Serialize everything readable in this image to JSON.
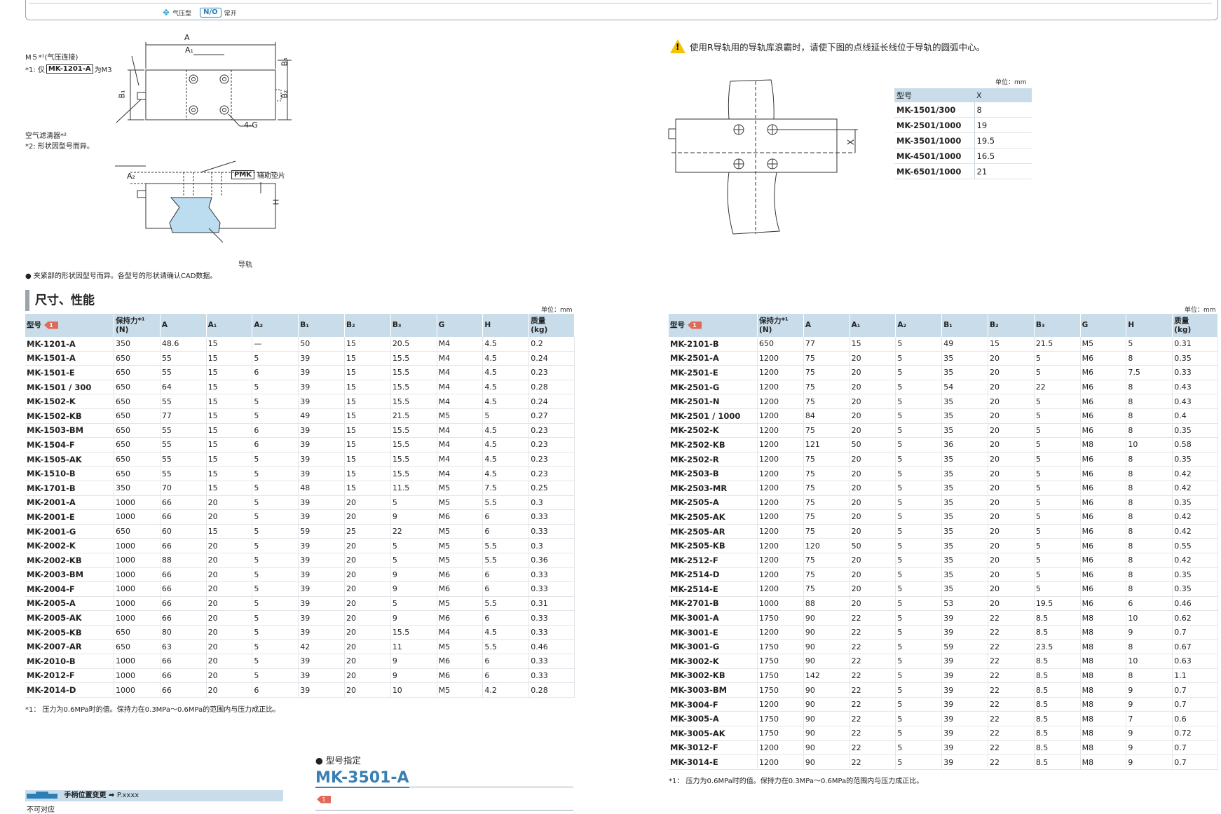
{
  "header": {
    "air_type": "气压型",
    "no_label": "N/O",
    "normally_open": "常开"
  },
  "drawing": {
    "m5_label": "M５*¹(气压连接)",
    "note1_prefix": "*1: 仅",
    "note1_model": "MK-1201-A",
    "note1_suffix": "为M3",
    "filter_label": "空气滤清器*²",
    "note2": "*2: 形状因型号而异。",
    "dim_A": "A",
    "dim_A1": "A₁",
    "dim_B1": "B₁",
    "dim_B2": "B₂",
    "dim_B3": "B₃",
    "dim_4G": "4-G",
    "dim_A2": "A₂",
    "dim_H": "H",
    "pmk_label": "PMK",
    "pad_label": "辅助垫片",
    "rail_label": "导轨",
    "clamp_note": "● 夹紧部的形状因型号而异。各型号的形状请确认CAD数据。"
  },
  "r_rail": {
    "note": "使用R导轨用的导轨库浪霸时，请使下图的点线延长线位于导轨的圆弧中心。",
    "x_label": "X",
    "unit": "单位：mm",
    "headers": [
      "型号",
      "X"
    ],
    "rows": [
      [
        "MK-1501/300",
        "8"
      ],
      [
        "MK-2501/1000",
        "19"
      ],
      [
        "MK-3501/1000",
        "19.5"
      ],
      [
        "MK-4501/1000",
        "16.5"
      ],
      [
        "MK-6501/1000",
        "21"
      ]
    ]
  },
  "section": {
    "title": "尺寸、性能",
    "unit": "单位：mm"
  },
  "spec_headers": [
    "型号",
    "保持力*¹\n(N)",
    "A",
    "A₁",
    "A₂",
    "B₁",
    "B₂",
    "B₃",
    "G",
    "H",
    "质量\n(kg)"
  ],
  "spec_tag": "1",
  "table_left": [
    [
      "MK-1201-A",
      "350",
      "48.6",
      "15",
      "—",
      "50",
      "15",
      "20.5",
      "M4",
      "4.5",
      "0.2"
    ],
    [
      "MK-1501-A",
      "650",
      "55",
      "15",
      "5",
      "39",
      "15",
      "15.5",
      "M4",
      "4.5",
      "0.24"
    ],
    [
      "MK-1501-E",
      "650",
      "55",
      "15",
      "6",
      "39",
      "15",
      "15.5",
      "M4",
      "4.5",
      "0.23"
    ],
    [
      "MK-1501 / 300",
      "650",
      "64",
      "15",
      "5",
      "39",
      "15",
      "15.5",
      "M4",
      "4.5",
      "0.28"
    ],
    [
      "MK-1502-K",
      "650",
      "55",
      "15",
      "5",
      "39",
      "15",
      "15.5",
      "M4",
      "4.5",
      "0.24"
    ],
    [
      "MK-1502-KB",
      "650",
      "77",
      "15",
      "5",
      "49",
      "15",
      "21.5",
      "M5",
      "5",
      "0.27"
    ],
    [
      "MK-1503-BM",
      "650",
      "55",
      "15",
      "6",
      "39",
      "15",
      "15.5",
      "M4",
      "4.5",
      "0.23"
    ],
    [
      "MK-1504-F",
      "650",
      "55",
      "15",
      "6",
      "39",
      "15",
      "15.5",
      "M4",
      "4.5",
      "0.23"
    ],
    [
      "MK-1505-AK",
      "650",
      "55",
      "15",
      "5",
      "39",
      "15",
      "15.5",
      "M4",
      "4.5",
      "0.23"
    ],
    [
      "MK-1510-B",
      "650",
      "55",
      "15",
      "5",
      "39",
      "15",
      "15.5",
      "M4",
      "4.5",
      "0.23"
    ],
    [
      "MK-1701-B",
      "350",
      "70",
      "15",
      "5",
      "48",
      "15",
      "11.5",
      "M5",
      "7.5",
      "0.25"
    ],
    [
      "MK-2001-A",
      "1000",
      "66",
      "20",
      "5",
      "39",
      "20",
      "5",
      "M5",
      "5.5",
      "0.3"
    ],
    [
      "MK-2001-E",
      "1000",
      "66",
      "20",
      "5",
      "39",
      "20",
      "9",
      "M6",
      "6",
      "0.33"
    ],
    [
      "MK-2001-G",
      "650",
      "60",
      "15",
      "5",
      "59",
      "25",
      "22",
      "M5",
      "6",
      "0.33"
    ],
    [
      "MK-2002-K",
      "1000",
      "66",
      "20",
      "5",
      "39",
      "20",
      "5",
      "M5",
      "5.5",
      "0.3"
    ],
    [
      "MK-2002-KB",
      "1000",
      "88",
      "20",
      "5",
      "39",
      "20",
      "5",
      "M5",
      "5.5",
      "0.36"
    ],
    [
      "MK-2003-BM",
      "1000",
      "66",
      "20",
      "5",
      "39",
      "20",
      "9",
      "M6",
      "6",
      "0.33"
    ],
    [
      "MK-2004-F",
      "1000",
      "66",
      "20",
      "5",
      "39",
      "20",
      "9",
      "M6",
      "6",
      "0.33"
    ],
    [
      "MK-2005-A",
      "1000",
      "66",
      "20",
      "5",
      "39",
      "20",
      "5",
      "M5",
      "5.5",
      "0.31"
    ],
    [
      "MK-2005-AK",
      "1000",
      "66",
      "20",
      "5",
      "39",
      "20",
      "9",
      "M6",
      "6",
      "0.33"
    ],
    [
      "MK-2005-KB",
      "650",
      "80",
      "20",
      "5",
      "39",
      "20",
      "15.5",
      "M4",
      "4.5",
      "0.33"
    ],
    [
      "MK-2007-AR",
      "650",
      "63",
      "20",
      "5",
      "42",
      "20",
      "11",
      "M5",
      "5.5",
      "0.46"
    ],
    [
      "MK-2010-B",
      "1000",
      "66",
      "20",
      "5",
      "39",
      "20",
      "9",
      "M6",
      "6",
      "0.33"
    ],
    [
      "MK-2012-F",
      "1000",
      "66",
      "20",
      "5",
      "39",
      "20",
      "9",
      "M6",
      "6",
      "0.33"
    ],
    [
      "MK-2014-D",
      "1000",
      "66",
      "20",
      "6",
      "39",
      "20",
      "10",
      "M5",
      "4.2",
      "0.28"
    ]
  ],
  "table_right": [
    [
      "MK-2101-B",
      "650",
      "77",
      "15",
      "5",
      "49",
      "15",
      "21.5",
      "M5",
      "5",
      "0.31"
    ],
    [
      "MK-2501-A",
      "1200",
      "75",
      "20",
      "5",
      "35",
      "20",
      "5",
      "M6",
      "8",
      "0.35"
    ],
    [
      "MK-2501-E",
      "1200",
      "75",
      "20",
      "5",
      "35",
      "20",
      "5",
      "M6",
      "7.5",
      "0.33"
    ],
    [
      "MK-2501-G",
      "1200",
      "75",
      "20",
      "5",
      "54",
      "20",
      "22",
      "M6",
      "8",
      "0.43"
    ],
    [
      "MK-2501-N",
      "1200",
      "75",
      "20",
      "5",
      "35",
      "20",
      "5",
      "M6",
      "8",
      "0.43"
    ],
    [
      "MK-2501 / 1000",
      "1200",
      "84",
      "20",
      "5",
      "35",
      "20",
      "5",
      "M6",
      "8",
      "0.4"
    ],
    [
      "MK-2502-K",
      "1200",
      "75",
      "20",
      "5",
      "35",
      "20",
      "5",
      "M6",
      "8",
      "0.35"
    ],
    [
      "MK-2502-KB",
      "1200",
      "121",
      "50",
      "5",
      "36",
      "20",
      "5",
      "M8",
      "10",
      "0.58"
    ],
    [
      "MK-2502-R",
      "1200",
      "75",
      "20",
      "5",
      "35",
      "20",
      "5",
      "M6",
      "8",
      "0.35"
    ],
    [
      "MK-2503-B",
      "1200",
      "75",
      "20",
      "5",
      "35",
      "20",
      "5",
      "M6",
      "8",
      "0.42"
    ],
    [
      "MK-2503-MR",
      "1200",
      "75",
      "20",
      "5",
      "35",
      "20",
      "5",
      "M6",
      "8",
      "0.42"
    ],
    [
      "MK-2505-A",
      "1200",
      "75",
      "20",
      "5",
      "35",
      "20",
      "5",
      "M6",
      "8",
      "0.35"
    ],
    [
      "MK-2505-AK",
      "1200",
      "75",
      "20",
      "5",
      "35",
      "20",
      "5",
      "M6",
      "8",
      "0.42"
    ],
    [
      "MK-2505-AR",
      "1200",
      "75",
      "20",
      "5",
      "35",
      "20",
      "5",
      "M6",
      "8",
      "0.42"
    ],
    [
      "MK-2505-KB",
      "1200",
      "120",
      "50",
      "5",
      "35",
      "20",
      "5",
      "M6",
      "8",
      "0.55"
    ],
    [
      "MK-2512-F",
      "1200",
      "75",
      "20",
      "5",
      "35",
      "20",
      "5",
      "M6",
      "8",
      "0.42"
    ],
    [
      "MK-2514-D",
      "1200",
      "75",
      "20",
      "5",
      "35",
      "20",
      "5",
      "M6",
      "8",
      "0.35"
    ],
    [
      "MK-2514-E",
      "1200",
      "75",
      "20",
      "5",
      "35",
      "20",
      "5",
      "M6",
      "8",
      "0.35"
    ],
    [
      "MK-2701-B",
      "1000",
      "88",
      "20",
      "5",
      "53",
      "20",
      "19.5",
      "M6",
      "6",
      "0.46"
    ],
    [
      "MK-3001-A",
      "1750",
      "90",
      "22",
      "5",
      "39",
      "22",
      "8.5",
      "M8",
      "10",
      "0.62"
    ],
    [
      "MK-3001-E",
      "1200",
      "90",
      "22",
      "5",
      "39",
      "22",
      "8.5",
      "M8",
      "9",
      "0.7"
    ],
    [
      "MK-3001-G",
      "1750",
      "90",
      "22",
      "5",
      "59",
      "22",
      "23.5",
      "M8",
      "8",
      "0.67"
    ],
    [
      "MK-3002-K",
      "1750",
      "90",
      "22",
      "5",
      "39",
      "22",
      "8.5",
      "M8",
      "10",
      "0.63"
    ],
    [
      "MK-3002-KB",
      "1750",
      "142",
      "22",
      "5",
      "39",
      "22",
      "8.5",
      "M8",
      "8",
      "1.1"
    ],
    [
      "MK-3003-BM",
      "1750",
      "90",
      "22",
      "5",
      "39",
      "22",
      "8.5",
      "M8",
      "9",
      "0.7"
    ],
    [
      "MK-3004-F",
      "1200",
      "90",
      "22",
      "5",
      "39",
      "22",
      "8.5",
      "M8",
      "9",
      "0.7"
    ],
    [
      "MK-3005-A",
      "1750",
      "90",
      "22",
      "5",
      "39",
      "22",
      "8.5",
      "M8",
      "7",
      "0.6"
    ],
    [
      "MK-3005-AK",
      "1750",
      "90",
      "22",
      "5",
      "39",
      "22",
      "8.5",
      "M8",
      "9",
      "0.72"
    ],
    [
      "MK-3012-F",
      "1200",
      "90",
      "22",
      "5",
      "39",
      "22",
      "8.5",
      "M8",
      "9",
      "0.7"
    ],
    [
      "MK-3014-E",
      "1200",
      "90",
      "22",
      "5",
      "39",
      "22",
      "8.5",
      "M8",
      "9",
      "0.7"
    ]
  ],
  "footnote_left": "*1：  压力为0.6MPa时的值。保持力在0.3MPa～0.6MPa的范围内与压力成正比。",
  "footnote_right": "*1：  压力为0.6MPa时的值。保持力在0.3MPa～0.6MPa的范围内与压力成正比。",
  "model_spec": {
    "label": "● 型号指定",
    "model": "MK-3501-A",
    "tag": "1"
  },
  "footer": {
    "handle_label": "手柄位置变更",
    "page_ref": "P.xxxx",
    "not_supported": "不可对应"
  }
}
